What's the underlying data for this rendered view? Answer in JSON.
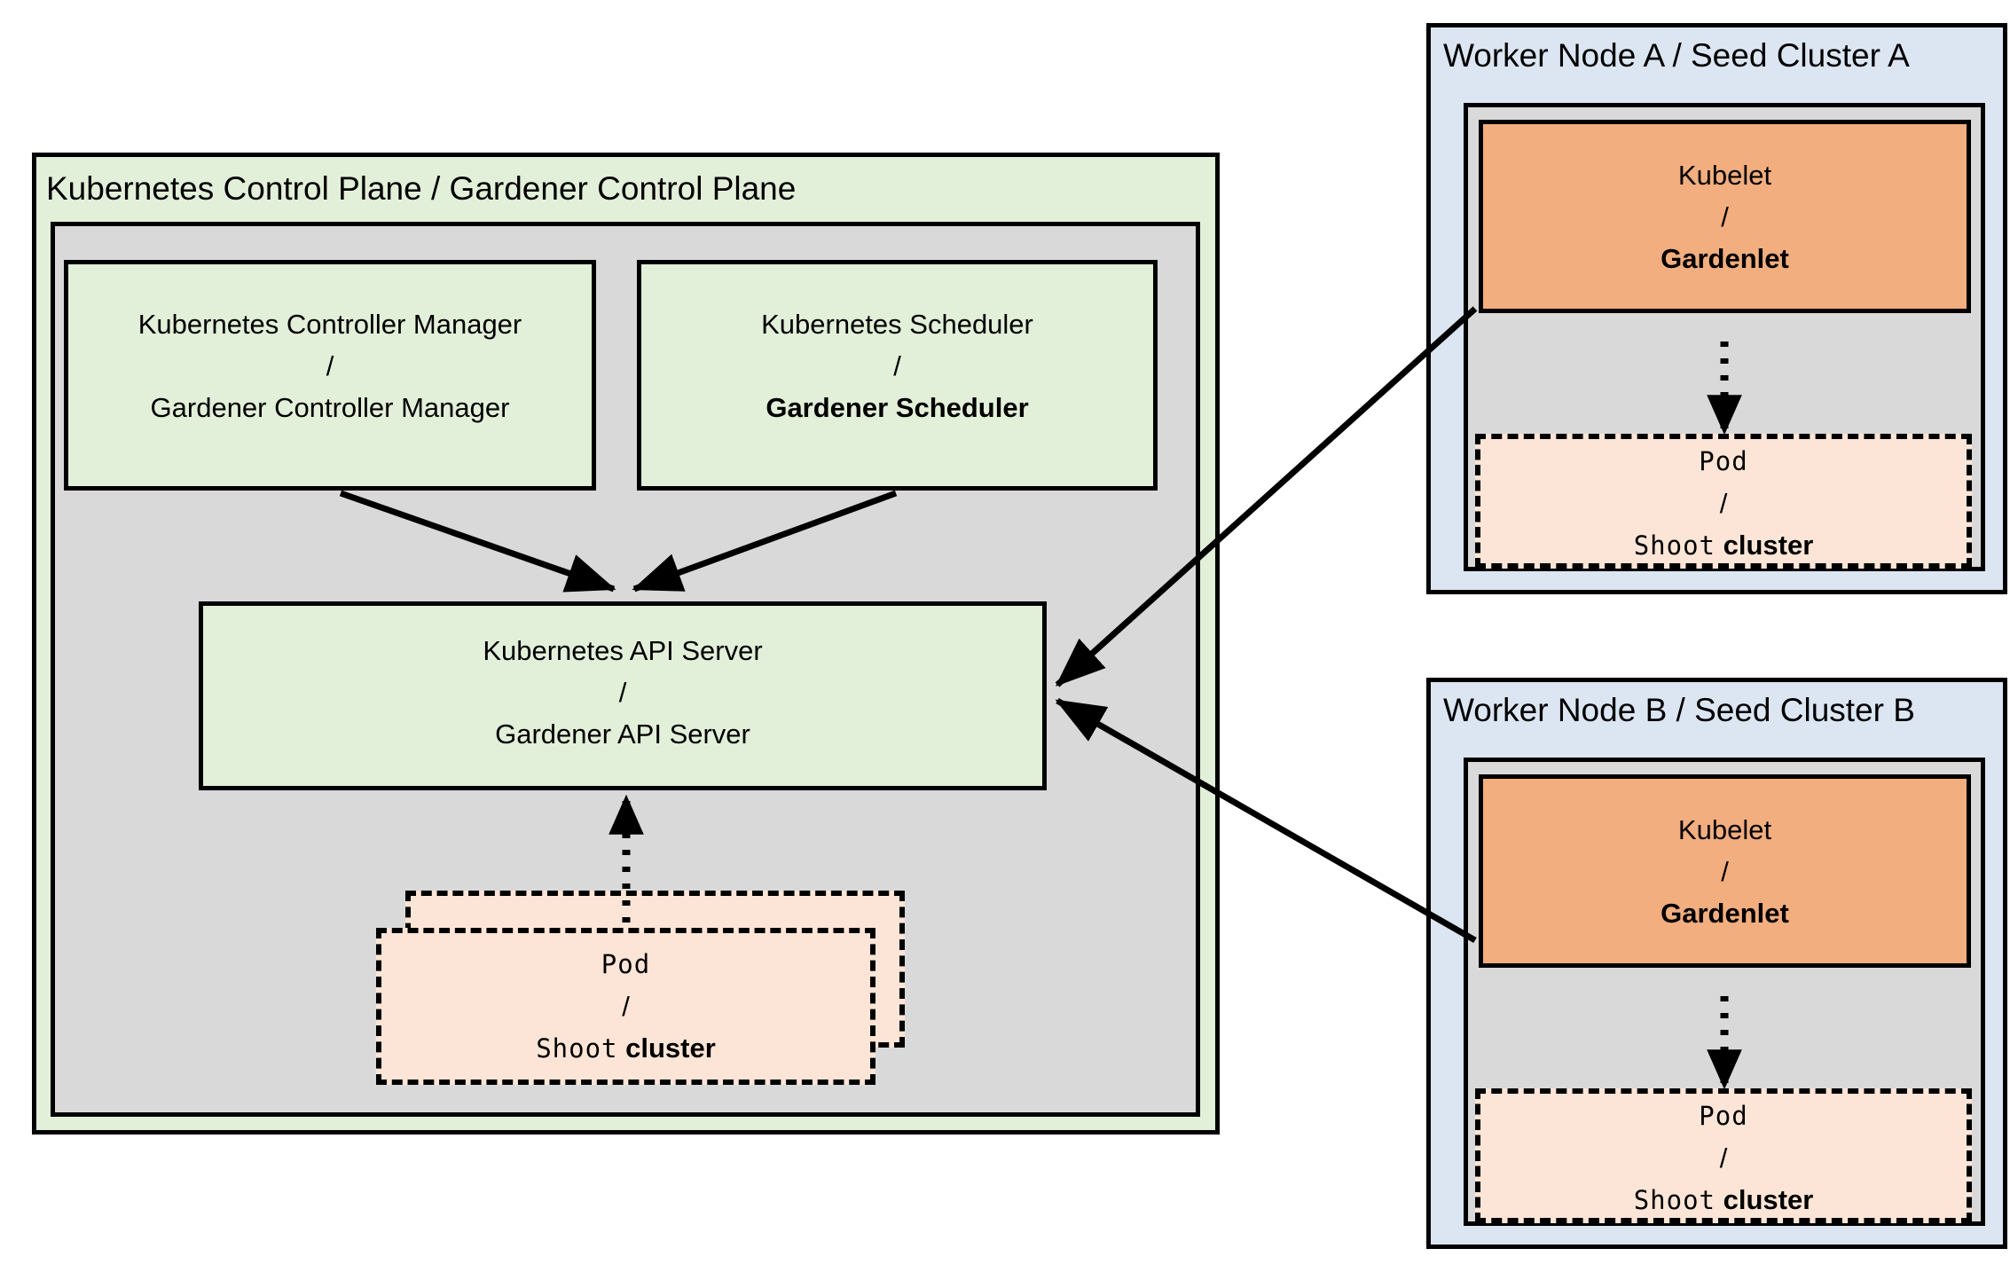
{
  "diagram": {
    "title": "Gardener / Kubernetes architecture analogy diagram",
    "colors": {
      "green_fill": "#e2efd9",
      "grey_fill": "#d9d9d9",
      "blue_fill": "#dce6f2",
      "orange_fill": "#f2ae7e",
      "peach_fill": "#fce5d6",
      "stroke": "#000000"
    }
  },
  "control_plane": {
    "title": "Kubernetes Control Plane / Gardener Control Plane",
    "controller_manager": {
      "line1": "Kubernetes Controller Manager",
      "separator": "/",
      "line2": "Gardener Controller Manager"
    },
    "scheduler": {
      "line1": "Kubernetes Scheduler",
      "separator": "/",
      "line2": "Gardener Scheduler"
    },
    "api_server": {
      "line1": "Kubernetes API Server",
      "separator": "/",
      "line2": "Gardener API Server"
    },
    "pod": {
      "line1": "Pod",
      "separator": "/",
      "line2_mono": "Shoot",
      "line2_bold": "cluster"
    }
  },
  "worker_node_a": {
    "title": "Worker Node A / Seed Cluster A",
    "agent": {
      "line1": "Kubelet",
      "separator": "/",
      "line2": "Gardenlet"
    },
    "pod": {
      "line1": "Pod",
      "separator": "/",
      "line2_mono": "Shoot",
      "line2_bold": "cluster"
    }
  },
  "worker_node_b": {
    "title": "Worker Node B / Seed Cluster B",
    "agent": {
      "line1": "Kubelet",
      "separator": "/",
      "line2": "Gardenlet"
    },
    "pod": {
      "line1": "Pod",
      "separator": "/",
      "line2_mono": "Shoot",
      "line2_bold": "cluster"
    }
  }
}
